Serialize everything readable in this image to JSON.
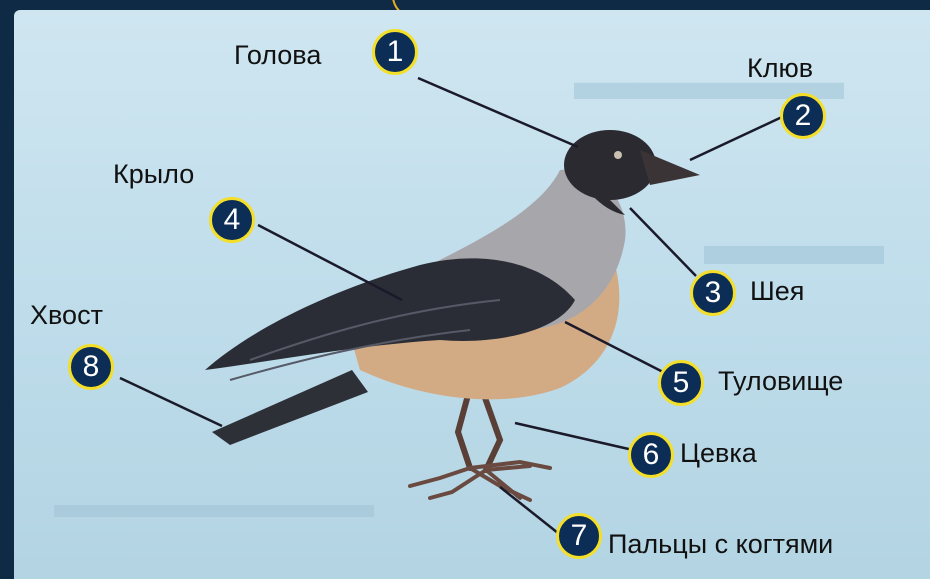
{
  "labels": [
    {
      "number": "1",
      "text": "Голова"
    },
    {
      "number": "2",
      "text": "Клюв"
    },
    {
      "number": "3",
      "text": "Шея"
    },
    {
      "number": "4",
      "text": "Крыло"
    },
    {
      "number": "5",
      "text": "Туловище"
    },
    {
      "number": "6",
      "text": "Цевка"
    },
    {
      "number": "7",
      "text": "Пальцы с когтями"
    },
    {
      "number": "8",
      "text": "Хвост"
    }
  ],
  "colors": {
    "frame": "#0f2a45",
    "accent_border": "#e8b020",
    "badge_fill": "#0c2d55",
    "badge_ring": "#f3df2a",
    "badge_text": "#ffffff",
    "leader_line": "#1a1a2a"
  }
}
